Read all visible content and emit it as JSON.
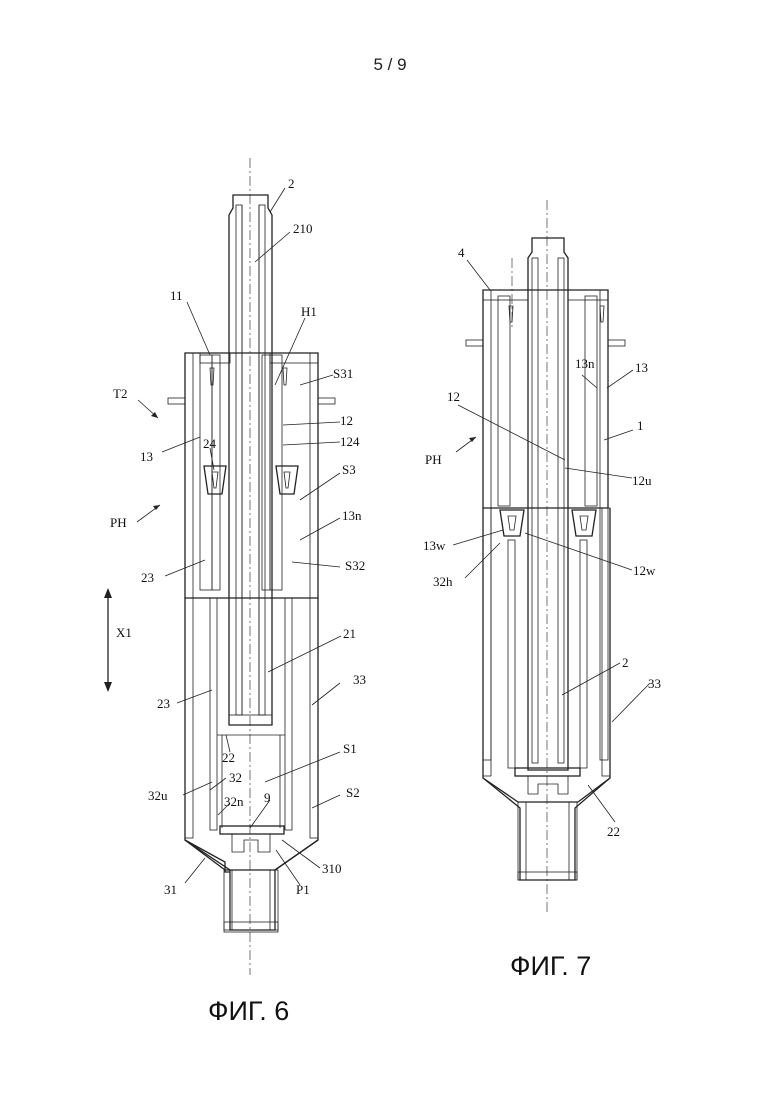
{
  "sheet": {
    "page_number": "5 / 9"
  },
  "fig6": {
    "caption": "ФИГ. 6",
    "labels": {
      "l2": "2",
      "l210": "210",
      "l11": "11",
      "lH1": "H1",
      "lT2": "T2",
      "lS31": "S31",
      "l12": "12",
      "l124": "124",
      "l13": "13",
      "l24": "24",
      "lS3": "S3",
      "lPH": "PH",
      "l13n": "13n",
      "l23a": "23",
      "lS32": "S32",
      "lX1": "X1",
      "l21": "21",
      "l23b": "23",
      "l33": "33",
      "l22": "22",
      "lS1": "S1",
      "l32u": "32u",
      "l32": "32",
      "l32n": "32n",
      "l9": "9",
      "lS2": "S2",
      "l310": "310",
      "l31": "31",
      "lP1": "P1"
    }
  },
  "fig7": {
    "caption": "ФИГ. 7",
    "labels": {
      "l4": "4",
      "l13n": "13n",
      "l13": "13",
      "l12": "12",
      "l1": "1",
      "lPH": "PH",
      "l12u": "12u",
      "l13w": "13w",
      "l12w": "12w",
      "l32h": "32h",
      "l2": "2",
      "l33": "33",
      "l22": "22"
    }
  }
}
